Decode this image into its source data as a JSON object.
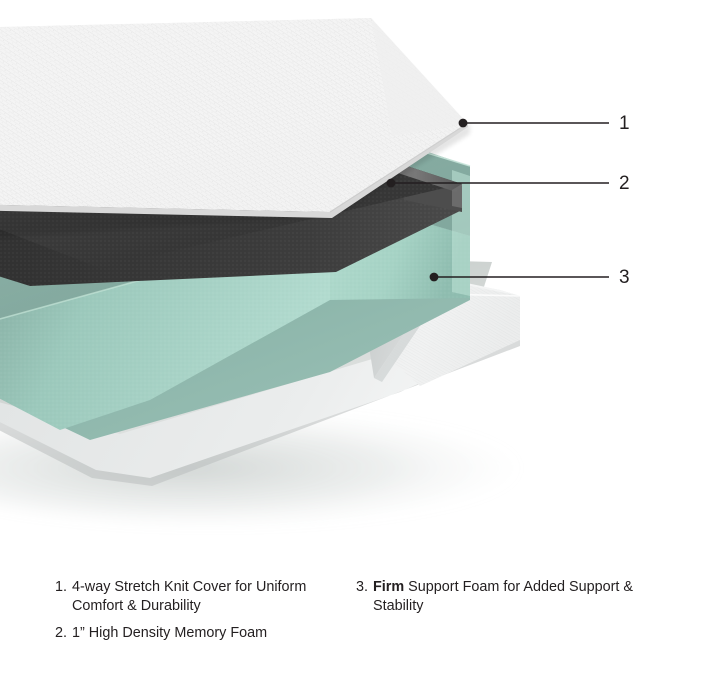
{
  "diagram": {
    "title": "Mattress layer construction cutaway",
    "background_color": "#ffffff",
    "text_color": "#231f20",
    "layers": [
      {
        "id": "cover",
        "name": "4-way Stretch Knit Cover",
        "callout": "1",
        "color": "#f2f2f2",
        "shade_color": "#dcdcdc"
      },
      {
        "id": "memory-foam",
        "name": "High Density Memory Foam",
        "callout": "2",
        "color": "#3a3a3a",
        "shade_color": "#2b2b2b",
        "edge_color": "#6e6e6e"
      },
      {
        "id": "support-foam",
        "name": "Firm Support Foam",
        "callout": "3",
        "color": "#a9d5c7",
        "shade_color": "#7a9e94",
        "edge_color": "#b9ded2"
      },
      {
        "id": "base",
        "name": "Upholstered Base",
        "callout": "",
        "color": "#eceded",
        "shade_color": "#c9cccb"
      }
    ]
  },
  "callouts": [
    {
      "id": "callout-1",
      "number": "1",
      "layer": "cover"
    },
    {
      "id": "callout-2",
      "number": "2",
      "layer": "memory-foam"
    },
    {
      "id": "callout-3",
      "number": "3",
      "layer": "support-foam"
    }
  ],
  "legend": {
    "left_column": [
      {
        "marker": "1.",
        "bold_prefix": "",
        "text": "4-way Stretch Knit Cover for Uniform Comfort & Durability"
      },
      {
        "marker": "2.",
        "bold_prefix": "",
        "text": "1” High Density Memory Foam"
      }
    ],
    "right_column": [
      {
        "marker": "3.",
        "bold_prefix": "Firm",
        "text": " Support Foam for Added Support & Stability"
      }
    ]
  }
}
